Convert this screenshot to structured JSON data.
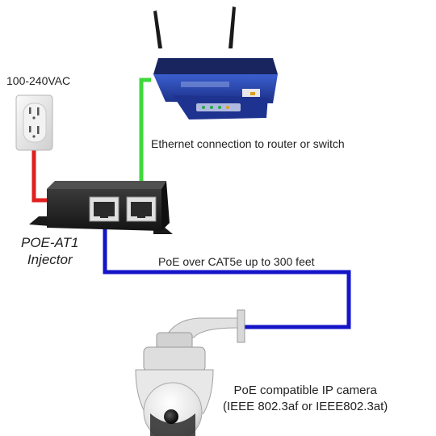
{
  "power_label": "100-240VAC",
  "ethernet_label": "Ethernet connection to router or switch",
  "poe_cable_label": "PoE over CAT5e up to 300 feet",
  "injector": {
    "name": "POE-AT1",
    "type": "Injector"
  },
  "camera": {
    "line1": "PoE compatible IP camera",
    "line2": "(IEEE 802.3af or IEEE802.3at)"
  },
  "colors": {
    "power_cable": "#e02020",
    "ethernet_cable": "#3ed83a",
    "poe_cable": "#1414c8",
    "injector_body": "#2b2b2b",
    "router_body": "#2340a6"
  },
  "icons": [
    "wall-outlet-icon",
    "wireless-router-icon",
    "poe-injector-icon",
    "ip-dome-camera-icon"
  ]
}
